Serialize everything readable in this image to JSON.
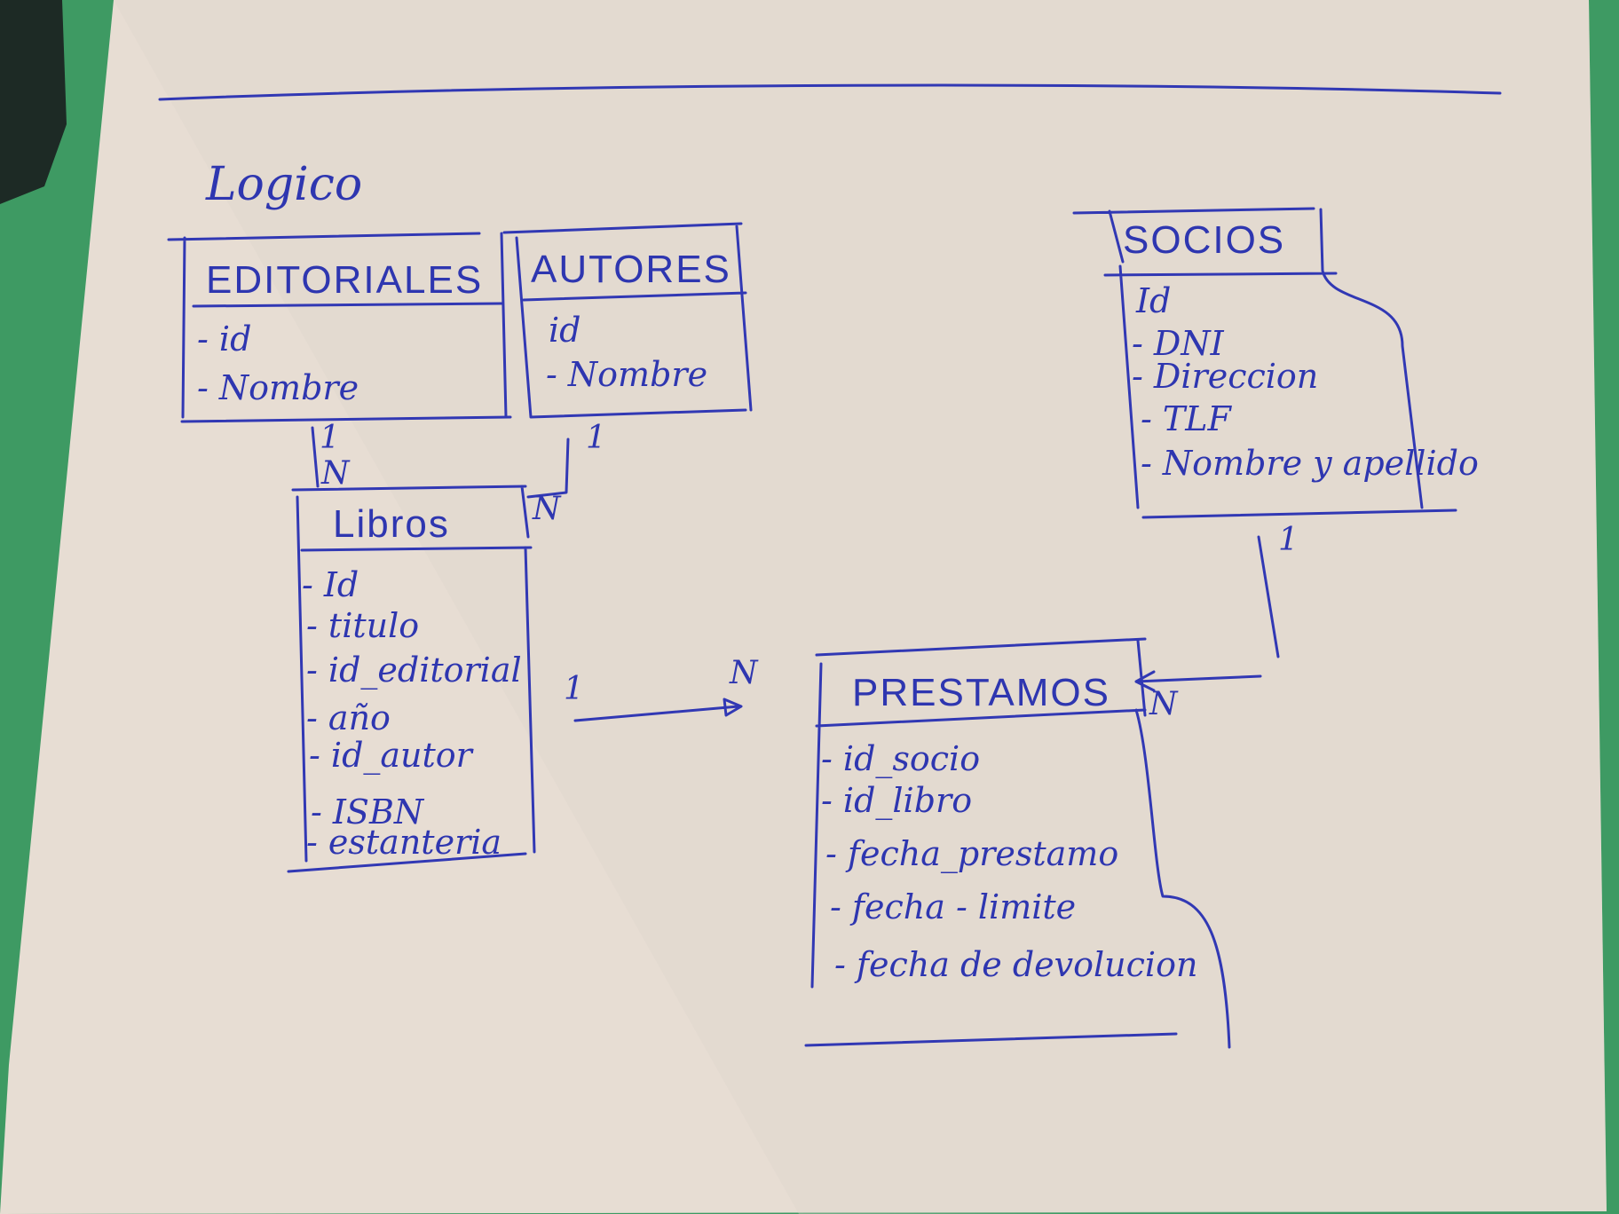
{
  "heading": "Logico",
  "entities": {
    "editoriales": {
      "title": "EDITORIALES",
      "attributes": [
        "- id",
        "- Nombre"
      ]
    },
    "autores": {
      "title": "AUTORES",
      "attributes": [
        "id",
        "- Nombre"
      ]
    },
    "socios": {
      "title": "SOCIOS",
      "attributes": [
        "Id",
        "- DNI",
        "- Direccion",
        "- TLF",
        "- Nombre y apellido"
      ]
    },
    "libros": {
      "title": "Libros",
      "attributes": [
        "- Id",
        "- titulo",
        "- id_editorial",
        "- año",
        "- id_autor",
        "- ISBN",
        "- estanteria"
      ]
    },
    "prestamos": {
      "title": "PRESTAMOS",
      "attributes": [
        "- id_socio",
        "- id_libro",
        "- fecha_prestamo",
        "- fecha - limite",
        "- fecha de devolucion"
      ]
    }
  },
  "cardinalities": {
    "editoriales_side": "1",
    "libros_from_editoriales": "N",
    "autores_side": "1",
    "libros_from_autores": "N",
    "libros_to_prestamos_one": "1",
    "libros_to_prestamos_many": "N",
    "socios_side": "1",
    "prestamos_from_socios": "N"
  },
  "colors": {
    "paper": "#e6dcd2",
    "ink": "#3138b4",
    "background": "#3e9a63"
  }
}
